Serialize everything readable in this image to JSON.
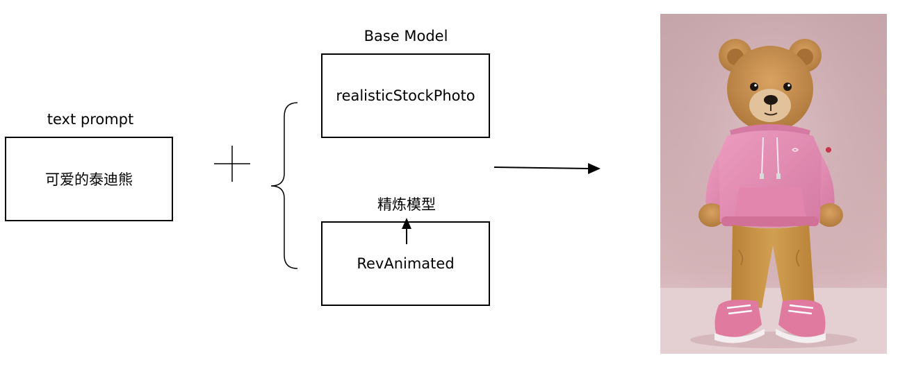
{
  "prompt": {
    "label": "text prompt",
    "text": "可爱的泰迪熊"
  },
  "base_model": {
    "label": "Base Model",
    "name": "realisticStockPhoto"
  },
  "refiner_model": {
    "label": "精炼模型",
    "name": "RevAnimated"
  },
  "operator": "plus",
  "output": {
    "subject": "teddy bear in pink hoodie and pink sneakers",
    "colors": {
      "background_top": "#c6a5aa",
      "background_bottom": "#e3ccd0",
      "fur": "#c98f4f",
      "hoodie": "#e58fb4",
      "pants": "#c99545",
      "shoes": "#e07a9e"
    }
  }
}
